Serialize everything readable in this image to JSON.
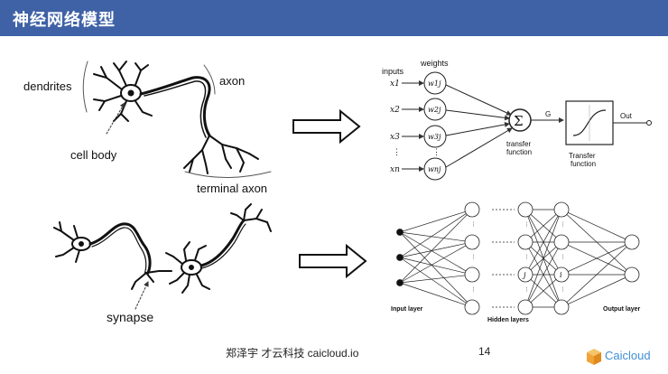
{
  "header": {
    "title": "神经网络模型"
  },
  "neuron_diagram": {
    "labels": {
      "dendrites": "dendrites",
      "axon": "axon",
      "cell_body": "cell body",
      "terminal_axon": "terminal axon"
    }
  },
  "synapse_diagram": {
    "label": "synapse"
  },
  "perceptron": {
    "inputs_label": "inputs",
    "weights_label": "weights",
    "inputs": [
      "x1",
      "x2",
      "x3",
      "xn"
    ],
    "weights": [
      "w1j",
      "w2j",
      "w3j",
      "wnj"
    ],
    "sum_symbol": "Σ",
    "g_label": "G",
    "out_label": "Out",
    "transfer_function": [
      "transfer",
      "function"
    ],
    "transfer_function_box": [
      "Transfer",
      "function"
    ]
  },
  "network": {
    "input_layer": "Input layer",
    "hidden_layers": "Hidden layers",
    "output_layer": "Output layer",
    "node_j": "j",
    "node_i": "i"
  },
  "footer": {
    "author": "郑泽宇 才云科技 caicloud.io",
    "page_number": "14",
    "logo_text": "Caicloud"
  },
  "colors": {
    "header_bg": "#3f62a6",
    "logo_blue": "#3f8fd6",
    "logo_orange": "#f0a33a"
  }
}
